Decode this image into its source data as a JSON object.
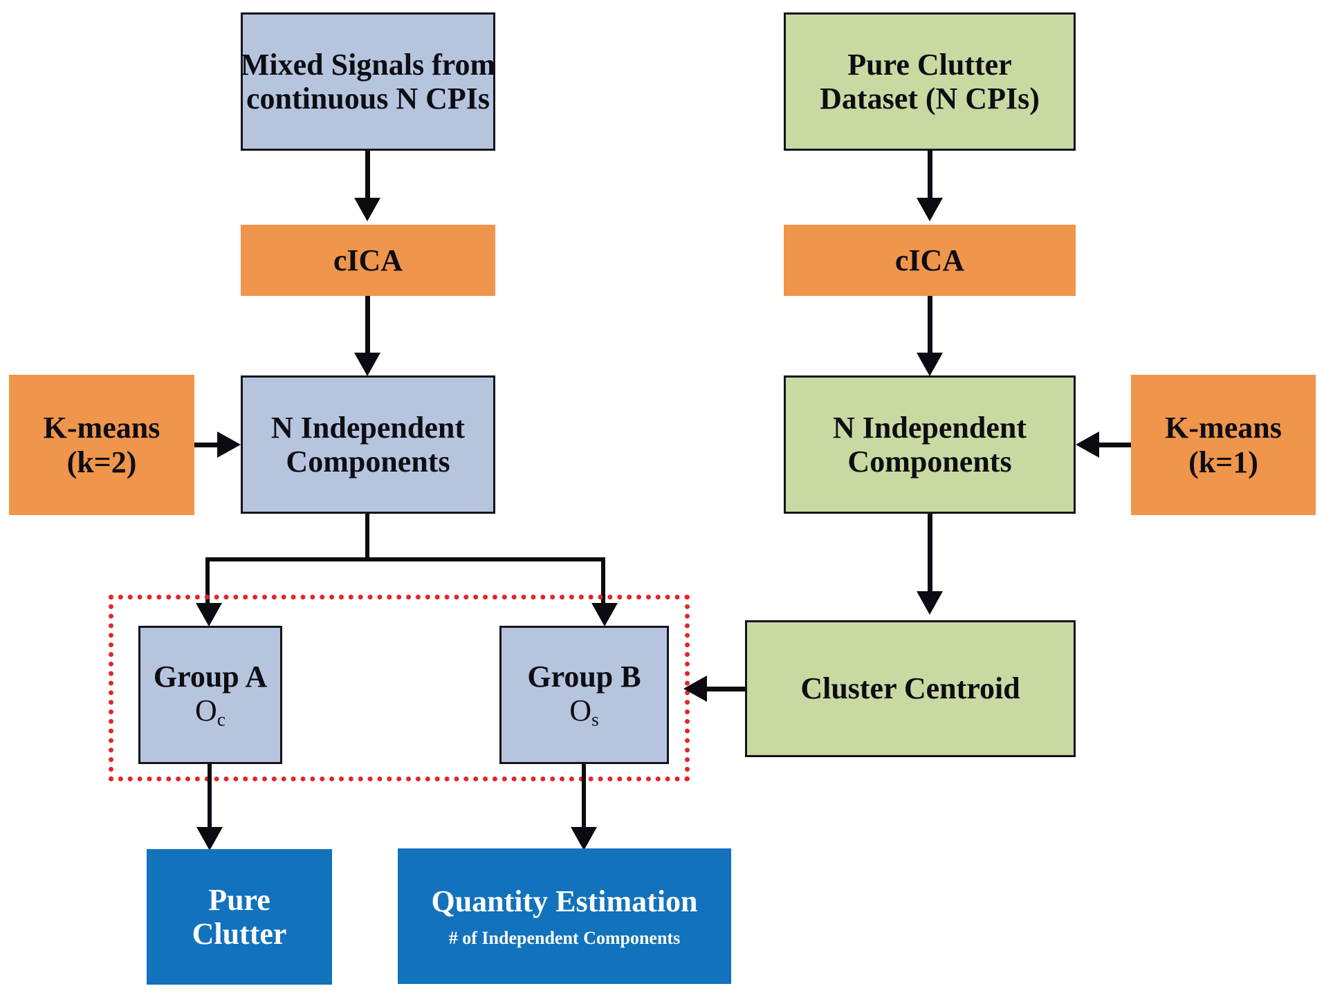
{
  "diagram": {
    "title": "cICA + K-means clutter separation and quantity estimation flowchart",
    "colors": {
      "blue_fill": "#b6c5dd",
      "green_fill": "#c9d9a2",
      "orange_fill": "#f0954c",
      "dark_blue_fill": "#1272bc",
      "border": "#13131c",
      "arrow": "#0b0b11",
      "dashed_highlight": "#e1262c",
      "white_text": "#ffffff"
    },
    "nodes": {
      "mixed_signals": {
        "line1": "Mixed Signals from",
        "line2": "continuous N CPIs"
      },
      "pure_clutter_dataset": {
        "line1": "Pure Clutter",
        "line2": "Dataset (N CPIs)"
      },
      "cica_left": {
        "label": "cICA"
      },
      "cica_right": {
        "label": "cICA"
      },
      "kmeans_left": {
        "line1": "K-means",
        "line2": "(k=2)"
      },
      "kmeans_right": {
        "line1": "K-means",
        "line2": "(k=1)"
      },
      "components_left": {
        "line1": "N Independent",
        "line2": "Components"
      },
      "components_right": {
        "line1": "N Independent",
        "line2": "Components"
      },
      "group_a": {
        "line1": "Group A",
        "symbol": "O",
        "subscript": "c"
      },
      "group_b": {
        "line1": "Group B",
        "symbol": "O",
        "subscript": "s"
      },
      "cluster_centroid": {
        "label": "Cluster Centroid"
      },
      "pure_clutter_output": {
        "line1": "Pure",
        "line2": "Clutter"
      },
      "quantity_estimation": {
        "line1": "Quantity Estimation",
        "line2": "# of Independent Components"
      }
    }
  }
}
